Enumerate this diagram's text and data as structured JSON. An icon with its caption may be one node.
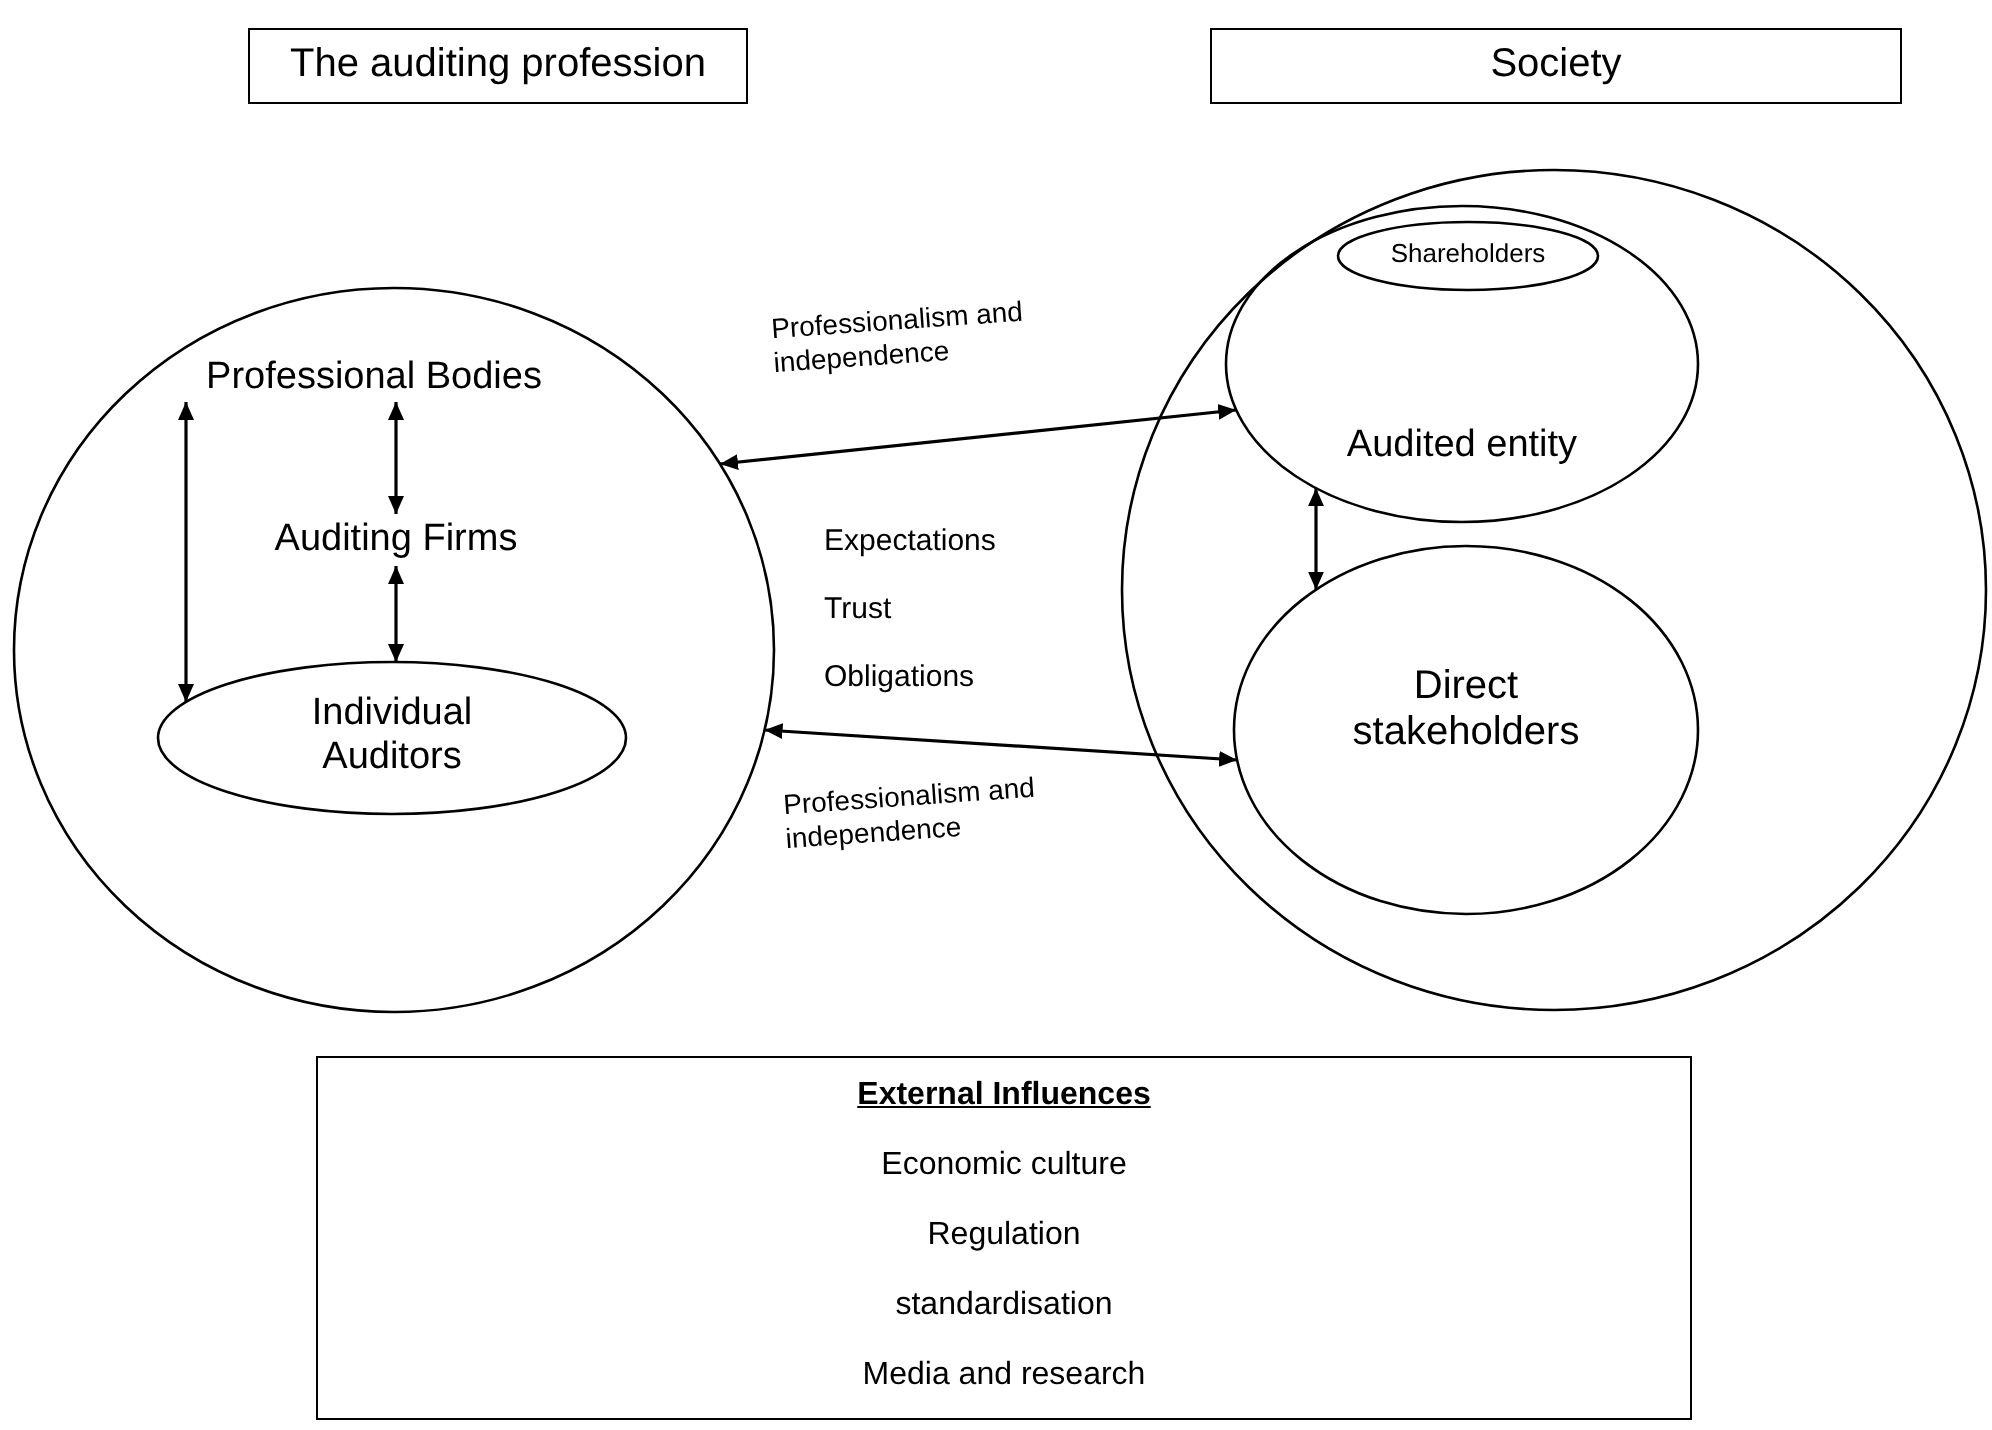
{
  "diagram": {
    "nodes": [
      {
        "text": [
          "The auditing profession"
        ]
      },
      {
        "text": [
          "Society"
        ]
      },
      {
        "text": [],
        "shape": "circle"
      },
      {
        "text": [
          "Professional Bodies"
        ],
        "in": 2
      },
      {
        "text": [
          "Auditing Firms"
        ],
        "in": 2
      },
      {
        "text": [
          "Individual Auditors"
        ],
        "in": 2
      },
      {
        "text": [],
        "shape": "circle"
      },
      {
        "text": [
          "Audited entity"
        ],
        "in": 6
      },
      {
        "text": [
          "Shareholders"
        ],
        "in": 7
      },
      {
        "text": [
          "Direct stakeholders"
        ],
        "in": 6
      },
      {
        "text": [
          "External Influences",
          "Economic culture",
          "Regulation",
          "standardisation",
          "Media and research"
        ]
      }
    ],
    "edges": [
      {
        "from": 3,
        "to": 5,
        "arrow": "both"
      },
      {
        "from": 3,
        "to": 4,
        "arrow": "both"
      },
      {
        "from": 4,
        "to": 5,
        "arrow": "both"
      },
      {
        "from": 2,
        "to": 7,
        "arrow": "both",
        "label": "Professionalism and independence"
      },
      {
        "from": 7,
        "to": 9,
        "arrow": "both"
      },
      {
        "from": 2,
        "to": 9,
        "arrow": "both",
        "label": "Professionalism and independence"
      }
    ],
    "labels": [
      "Expectations",
      "Trust",
      "Obligations"
    ]
  }
}
